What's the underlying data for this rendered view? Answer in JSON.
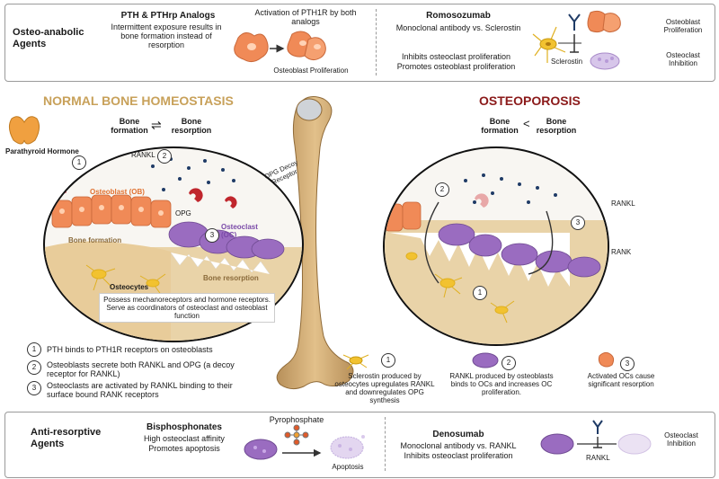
{
  "top_panel": {
    "section_label": "Osteo-anabolic Agents",
    "pth": {
      "title": "PTH & PTHrp Analogs",
      "desc": "Intermittent exposure results in bone formation instead of resorption",
      "activation": "Activation of PTH1R by both analogs",
      "outcome": "Osteoblast Proliferation"
    },
    "romosozumab": {
      "title": "Romosozumab",
      "line1": "Monoclonal antibody vs. Sclerostin",
      "line2": "Inhibits osteoclast proliferation",
      "line3": "Promotes osteoblast proliferation",
      "sclerostin_label": "Sclerostin",
      "result1": "Osteoblast Proliferation",
      "result2": "Osteoclast Inhibition"
    }
  },
  "normal": {
    "title": "NORMAL BONE HOMEOSTASIS",
    "balance_left": "Bone formation",
    "balance_right": "Bone resorption",
    "parathyroid": "Parathyroid Hormone",
    "rankl": "RANKL",
    "opg": "OPG",
    "opg_decoy": "OPG Decoy Receptor",
    "osteoblast": "Osteoblast (OB)",
    "osteoclast": "Osteoclast (OC)",
    "bone_formation": "Bone formation",
    "bone_resorption": "Bone resorption",
    "osteocytes": "Osteocytes",
    "osteocytes_desc": "Possess mechanoreceptors and hormone receptors. Serve as coordinators of osteoclast and osteoblast function",
    "steps": [
      {
        "n": "1",
        "text": "PTH binds to PTH1R receptors on osteoblasts"
      },
      {
        "n": "2",
        "text": "Osteoblasts secrete both RANKL and OPG (a decoy receptor for RANKL)"
      },
      {
        "n": "3",
        "text": "Osteoclasts are activated by RANKL binding to their surface bound RANK receptors"
      }
    ]
  },
  "osteoporosis": {
    "title": "OSTEOPOROSIS",
    "balance_left": "Bone formation",
    "balance_right": "Bone resorption",
    "rankl": "RANKL",
    "rank": "RANK",
    "steps": [
      {
        "n": "1",
        "text": "Sclerostin produced by osteocytes upregulates RANKL and downregulates OPG synthesis"
      },
      {
        "n": "2",
        "text": "RANKL produced by osteoblasts binds to OCs and increases OC proliferation."
      },
      {
        "n": "3",
        "text": "Activated OCs cause significant resorption"
      }
    ]
  },
  "bottom_panel": {
    "section_label": "Anti-resorptive Agents",
    "bisphosphonates": {
      "title": "Bisphosphonates",
      "line1": "High osteoclast affinity",
      "line2": "Promotes apoptosis",
      "pyro": "Pyrophosphate",
      "apoptosis": "Apoptosis"
    },
    "denosumab": {
      "title": "Denosumab",
      "line1": "Monoclonal antibody vs. RANKL",
      "line2": "Inhibits osteoclast proliferation",
      "rankl": "RANKL",
      "result": "Osteoclast Inhibition"
    }
  },
  "colors": {
    "normal_title": "#c8a15a",
    "osteoporosis_title": "#8b1a1a",
    "osteoblast": "#f08a57",
    "osteoclast": "#9a6cc0",
    "bone": "#d9b37c",
    "osteocyte": "#f2c230",
    "rankl_dot": "#1f3b66"
  }
}
